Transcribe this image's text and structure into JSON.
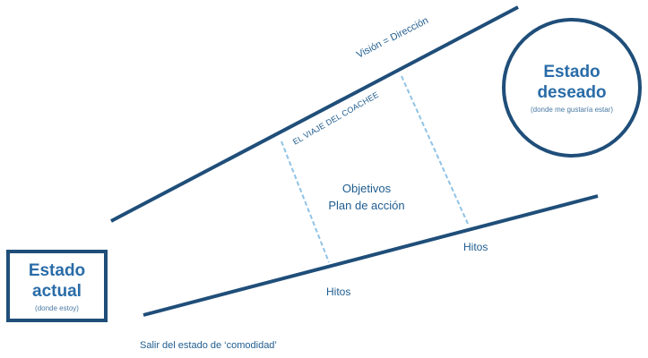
{
  "vision_label": "Visión = Dirección",
  "journey_label": "EL VIAJE DEL COACHEE",
  "center": {
    "line1": "Objetivos",
    "line2": "Plan de acción"
  },
  "milestone_right": "Hitos",
  "milestone_left": "Hitos",
  "current_state": {
    "title_line1": "Estado",
    "title_line2": "actual",
    "subtitle": "(donde estoy)"
  },
  "desired_state": {
    "title_line1": "Estado",
    "title_line2": "deseado",
    "subtitle": "(donde me gustaría estar)"
  },
  "footer": "Salir del estado de ‘comodidad’",
  "colors": {
    "line": "#1f4e79",
    "text": "#1f5c8f",
    "dashed": "#8fc3e6"
  }
}
